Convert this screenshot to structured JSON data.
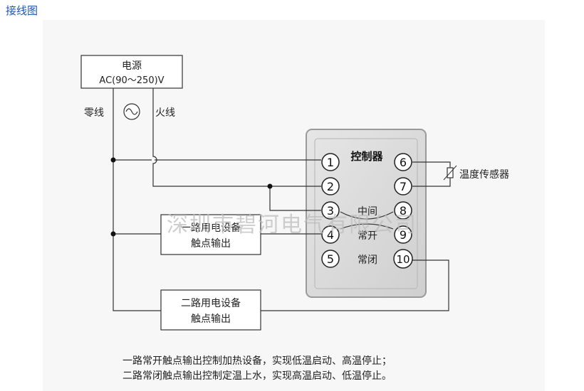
{
  "page": {
    "title": "接线图"
  },
  "power": {
    "name": "电源",
    "rating": "AC(90～250)V",
    "neutral_label": "零线",
    "live_label": "火线",
    "ac_symbol_icon": "sine-wave-icon"
  },
  "controller": {
    "title": "控制器",
    "terminals": [
      "1",
      "2",
      "3",
      "4",
      "5",
      "6",
      "7",
      "8",
      "9",
      "10"
    ],
    "contact_labels": {
      "common": "中间",
      "normally_open": "常开",
      "normally_closed": "常闭"
    }
  },
  "sensor": {
    "label": "温度传感器",
    "icon": "thermistor-icon"
  },
  "loads": [
    {
      "line1": "一路用电设备",
      "line2": "触点输出"
    },
    {
      "line1": "二路用电设备",
      "line2": "触点输出"
    }
  ],
  "watermark": "深圳市碧河电气有限公司",
  "notes": [
    "一路常开触点输出控制加热设备，实现低温启动、高温停止；",
    "二路常闭触点输出控制定温上水，实现高温启动、低温停止。"
  ],
  "colors": {
    "title": "#1e56b6",
    "line": "#333333",
    "panel": "#f7f7f7",
    "controller_fill": "#dcdcdc",
    "controller_border": "#9a9a9a",
    "watermark": "#bdbdbd"
  }
}
